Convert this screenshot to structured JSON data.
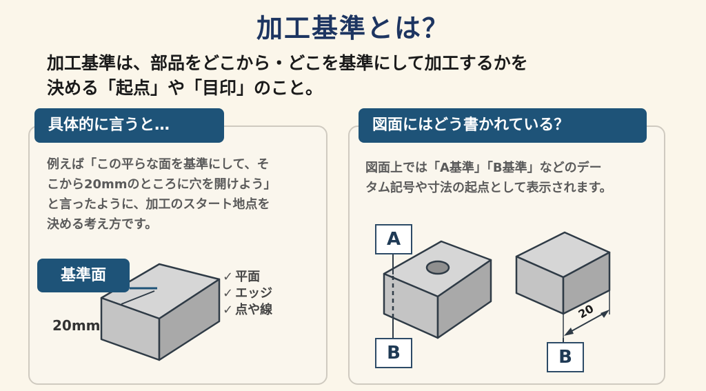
{
  "title": "加工基準とは？",
  "subtitle": {
    "line1": "加工基準は、部品をどこから・どこを基準にして加工するかを",
    "line2": "決める「起点」や「目印」のこと。"
  },
  "left_panel": {
    "heading": "具体的に言うと…",
    "desc_lines": [
      "例えば「この平らな面を基準にして、そ",
      "こから20mmのところに穴を開けよう」",
      "と言ったように、加工のスタート地点を",
      "決める考え方です。"
    ],
    "badge": "基準面",
    "dimension_label": "20mm",
    "checklist": [
      "平面",
      "エッジ",
      "点や線"
    ],
    "check_symbol": "✓"
  },
  "right_panel": {
    "heading": "図面にはどう書かれている？",
    "desc_lines": [
      "図面上では「A基準」「B基準」などのデー",
      "タム記号や寸法の起点として表示されます。"
    ],
    "datum_a": "A",
    "datum_b_left": "B",
    "datum_b_right": "B",
    "dimension_value": "20"
  },
  "colors": {
    "background": "#fbf6ea",
    "title": "#1d3561",
    "tag_bg": "#1e5378",
    "block_top": "#d6d6d6",
    "block_front": "#c4c4c4",
    "block_side": "#a9a9a9",
    "outline": "#2f3b46"
  }
}
